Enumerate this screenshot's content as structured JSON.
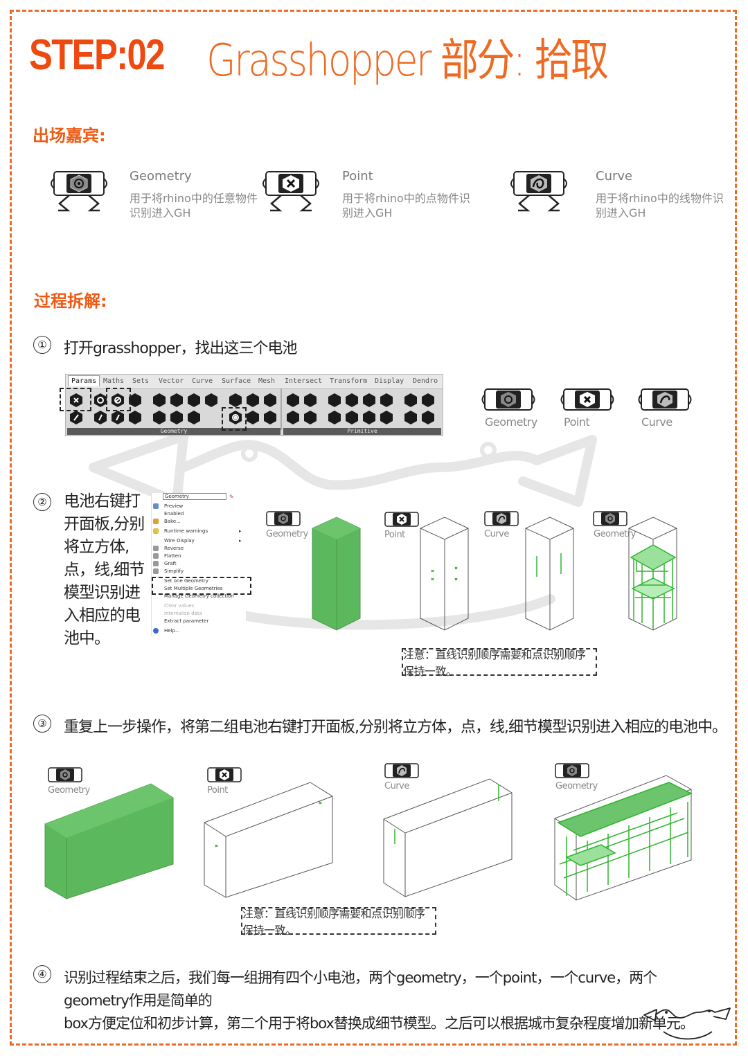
{
  "header": {
    "step": "STEP:02",
    "title": "Grasshopper 部分: 拾取"
  },
  "guests": {
    "heading": "出场嘉宾:",
    "items": [
      {
        "name": "Geometry",
        "desc1": "用于将rhino中的任意物件",
        "desc2": "识别进入GH",
        "icon": "geometry-icon"
      },
      {
        "name": "Point",
        "desc1": "用于将rhino中的点物件识",
        "desc2": "别进入GH",
        "icon": "point-icon"
      },
      {
        "name": "Curve",
        "desc1": "用于将rhino中的线物件识",
        "desc2": "别进入GH",
        "icon": "curve-icon"
      }
    ]
  },
  "process": {
    "heading": "过程拆解:"
  },
  "step1": {
    "num": "①",
    "text": "打开grasshopper，找出这三个电池",
    "components": [
      "Geometry",
      "Point",
      "Curve"
    ]
  },
  "toolbar": {
    "tabs": [
      "Params",
      "Maths",
      "Sets",
      "Vector",
      "Curve",
      "Surface",
      "Mesh",
      "Intersect",
      "Transform",
      "Display",
      "Dendro"
    ],
    "panels": [
      "Geometry",
      "Primitive"
    ]
  },
  "step2": {
    "num": "②",
    "lines": [
      "电池右键打",
      "开面板,分别",
      "将立方体,",
      "点，线,细节",
      "模型识别进",
      "入相应的电",
      "池中。"
    ],
    "labels": [
      "Geometry",
      "Point",
      "Curve",
      "Geometry"
    ],
    "menu": {
      "field": "Geometry",
      "items": [
        "Preview",
        "Enabled",
        "Bake...",
        "Runtime warnings",
        "Wire Display",
        "Reverse",
        "Flatten",
        "Graft",
        "Simplify",
        "Set one Geometry",
        "Set Multiple Geometries",
        "Manage Geometry collection",
        "Clear values",
        "Internalise data",
        "Extract parameter",
        "Help..."
      ]
    },
    "note": "注意：直线识别顺序需要和点识别顺序保持一致。"
  },
  "step3": {
    "num": "③",
    "text": "重复上一步操作，将第二组电池右键打开面板,分别将立方体，点，线,细节模型识别进入相应的电池中。",
    "labels": [
      "Geometry",
      "Point",
      "Curve",
      "Geometry"
    ],
    "note": "注意：直线识别顺序需要和点识别顺序保持一致。"
  },
  "step4": {
    "num": "④",
    "line1": "识别过程结束之后，我们每一组拥有四个小电池，两个geometry，一个point，一个curve，两个geometry作用是简单的",
    "line2": "box方便定位和初步计算，第二个用于将box替换成细节模型。之后可以根据城市复杂程度增加新单元。"
  },
  "colors": {
    "accent": "#ee6a22",
    "green": "#2db52d",
    "greenFill": "#5cb85c"
  }
}
